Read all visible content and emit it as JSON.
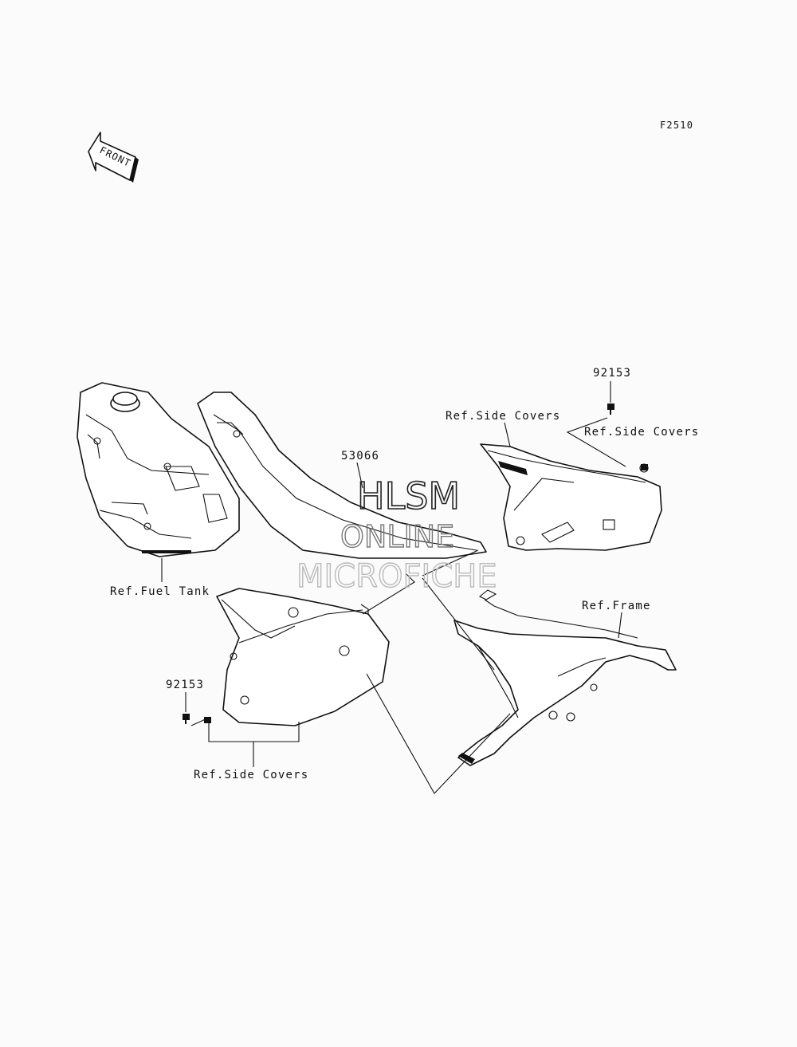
{
  "diagram": {
    "figure_code": "F2510",
    "front_arrow_text": "FRONT",
    "watermark": [
      "HLSM",
      "ONLINE",
      "MICROFICHE"
    ],
    "labels": {
      "part_53066": "53066",
      "part_92153_top": "92153",
      "part_92153_left": "92153",
      "ref_side_covers_top": "Ref.Side Covers",
      "ref_side_covers_right": "Ref.Side Covers",
      "ref_side_covers_bottom": "Ref.Side Covers",
      "ref_fuel_tank": "Ref.Fuel Tank",
      "ref_frame": "Ref.Frame"
    }
  }
}
